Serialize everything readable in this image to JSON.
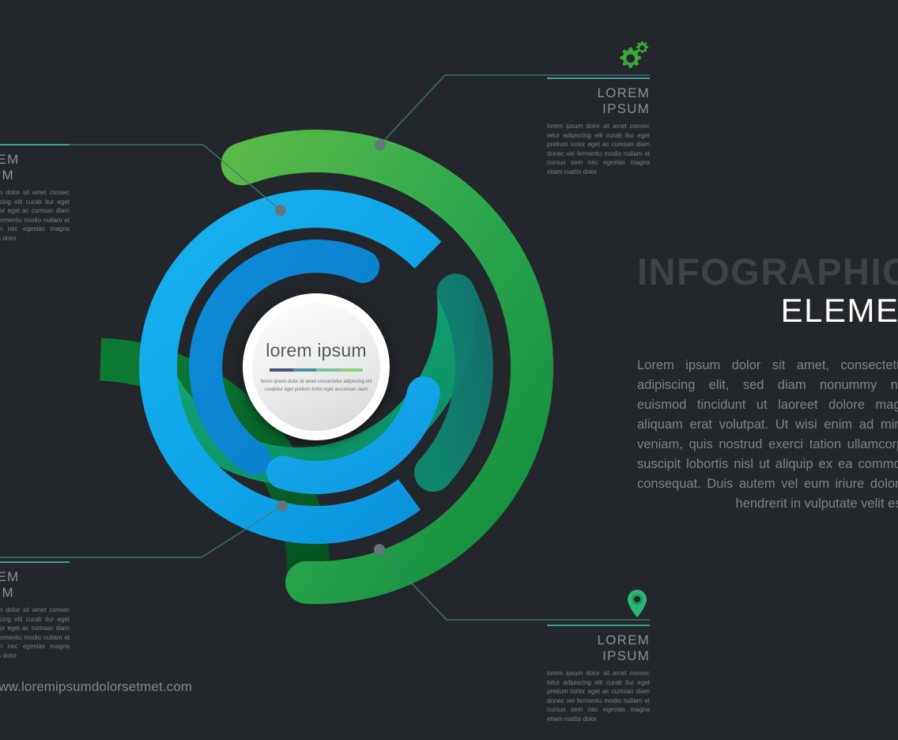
{
  "theme": {
    "background": "#23272b",
    "accent_green": "#3aa935",
    "accent_blue": "#11a2e8",
    "accent_teal": "#17a07a",
    "accent_dark_green": "#0a6b2b",
    "accent_deep_blue": "#0b85d4",
    "leader_line": "#3f7b78",
    "leader_dot": "#66767d",
    "rule": "#3f9e90"
  },
  "headline": {
    "line1": "INFOGRAPHIC",
    "line2": "ELEMENTS",
    "body": "Lorem ipsum dolor sit amet, consectetuer adipiscing elit, sed diam nonummy nibh euismod tincidunt ut laoreet dolore magna aliquam erat volutpat. Ut wisi enim ad minim veniam, quis nostrud exerci tation ullamcorper suscipit lobortis nisl ut aliquip ex ea commodo consequat. Duis autem vel eum iriure dolor in hendrerit in vulputate velit esse"
  },
  "hub": {
    "title": "lorem ipsum",
    "subtitle": "lorem ipsum dolor sit amet consectetur adipiscing elit curabitur eget pretium tortor eget accumsan diam",
    "rule_colors": [
      "#3e5878",
      "#4f8fa6",
      "#7bc49a",
      "#8ed07f"
    ]
  },
  "callouts": [
    {
      "id": "top-left",
      "icon": "chat-bubbles-icon",
      "icon_color": "#1a78c2",
      "title": "LOREM IPSUM",
      "body": "lorem ipsum dolor sit amet consec tetur adipiscing elit curab itur eget pretium tortor eget ac cumsan diam donec vel fermentu modio nullam et cursus sem nec egestas magna etiam mattis dolor"
    },
    {
      "id": "top-right",
      "icon": "gears-icon",
      "icon_color": "#3aa935",
      "title": "LOREM IPSUM",
      "body": "lorem ipsum dolor sit amet consec tetur adipiscing elit curab itur eget pretium tortor eget ac cumsan diam donec vel fermentu modio nullam et cursus sem nec egestas magna etiam mattis dolor"
    },
    {
      "id": "bottom-left",
      "icon": "calendar-icon",
      "icon_color": "#1fa0e8",
      "title": "LOREM IPSUM",
      "body": "lorem ipsum dolor sit amet consec tetur adipiscing elit curab itur eget pretium tortor eget ac cumsan diam donec vel fermentu modio nullam et cursus sem nec egestas magna etiam mattis dolor"
    },
    {
      "id": "bottom-right",
      "icon": "location-pin-icon",
      "icon_color": "#2bb673",
      "title": "LOREM IPSUM",
      "body": "lorem ipsum dolor sit amet consec tetur adipiscing elit curab itur eget pretium tortor eget ac cumsan diam donec vel fermentu modio nullam et cursus sem nec egestas magna etiam mattis dolor"
    }
  ],
  "footer": {
    "url": "www.loremipsumdolorsetmet.com"
  }
}
